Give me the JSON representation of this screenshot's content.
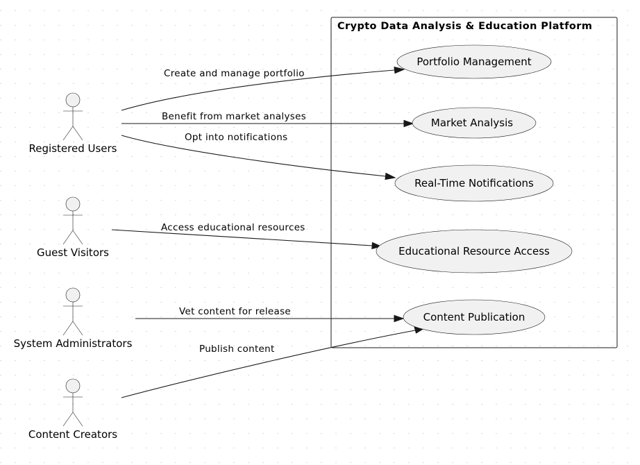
{
  "diagram": {
    "system_title": "Crypto Data Analysis & Education Platform",
    "actors": [
      {
        "id": "registered",
        "name": "Registered Users"
      },
      {
        "id": "guest",
        "name": "Guest Visitors"
      },
      {
        "id": "admin",
        "name": "System Administrators"
      },
      {
        "id": "creator",
        "name": "Content Creators"
      }
    ],
    "use_cases": [
      {
        "id": "portfolio",
        "label": "Portfolio Management"
      },
      {
        "id": "market",
        "label": "Market Analysis"
      },
      {
        "id": "notifications",
        "label": "Real-Time Notifications"
      },
      {
        "id": "education",
        "label": "Educational Resource Access"
      },
      {
        "id": "publication",
        "label": "Content Publication"
      }
    ],
    "relations": [
      {
        "from": "registered",
        "to": "portfolio",
        "label": "Create and manage portfolio"
      },
      {
        "from": "registered",
        "to": "market",
        "label": "Benefit from market analyses"
      },
      {
        "from": "registered",
        "to": "notifications",
        "label": "Opt into notifications"
      },
      {
        "from": "guest",
        "to": "education",
        "label": "Access educational resources"
      },
      {
        "from": "admin",
        "to": "publication",
        "label": "Vet content for release"
      },
      {
        "from": "creator",
        "to": "publication",
        "label": "Publish content"
      }
    ]
  }
}
